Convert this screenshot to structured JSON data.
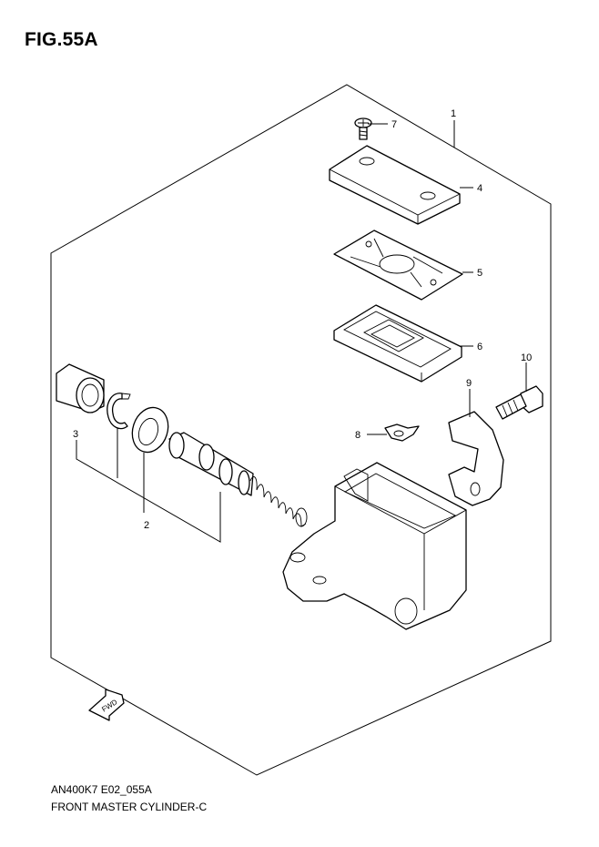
{
  "figure": {
    "title": "FIG.55A",
    "caption_code": "AN400K7 E02_055A",
    "caption_name": "FRONT MASTER CYLINDER-C"
  },
  "callouts": [
    {
      "id": "1",
      "label": "1"
    },
    {
      "id": "2",
      "label": "2"
    },
    {
      "id": "3",
      "label": "3"
    },
    {
      "id": "4",
      "label": "4"
    },
    {
      "id": "5",
      "label": "5"
    },
    {
      "id": "6",
      "label": "6"
    },
    {
      "id": "7",
      "label": "7"
    },
    {
      "id": "8",
      "label": "8"
    },
    {
      "id": "9",
      "label": "9"
    },
    {
      "id": "10",
      "label": "10"
    }
  ],
  "fwd_arrow": {
    "label": "FWD"
  }
}
